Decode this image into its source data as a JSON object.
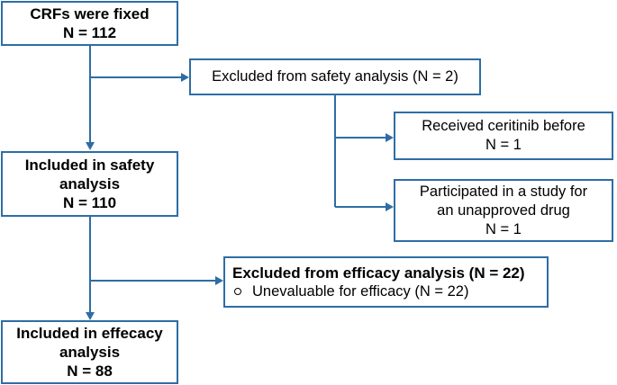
{
  "boxes": {
    "crfs_fixed": {
      "line1": "CRFs were fixed",
      "line2": "N = 112"
    },
    "safety_excluded": {
      "text": "Excluded from safety analysis (N = 2)"
    },
    "received_ceritinib": {
      "line1": "Received ceritinib before",
      "line2": "N = 1"
    },
    "unapproved_drug": {
      "line1": "Participated in a study for",
      "line2": "an unapproved drug",
      "line3": "N = 1"
    },
    "safety_included": {
      "line1": "Included in safety",
      "line2": "analysis",
      "line3": "N = 110"
    },
    "efficacy_excluded": {
      "title": "Excluded from efficacy analysis (N = 22)",
      "bullet": "Unevaluable for efficacy (N = 22)"
    },
    "efficacy_included": {
      "line1": "Included in effecacy",
      "line2": "analysis",
      "line3": "N = 88"
    }
  },
  "colors": {
    "border": "#2e6da4",
    "arrow": "#2e6da4"
  }
}
